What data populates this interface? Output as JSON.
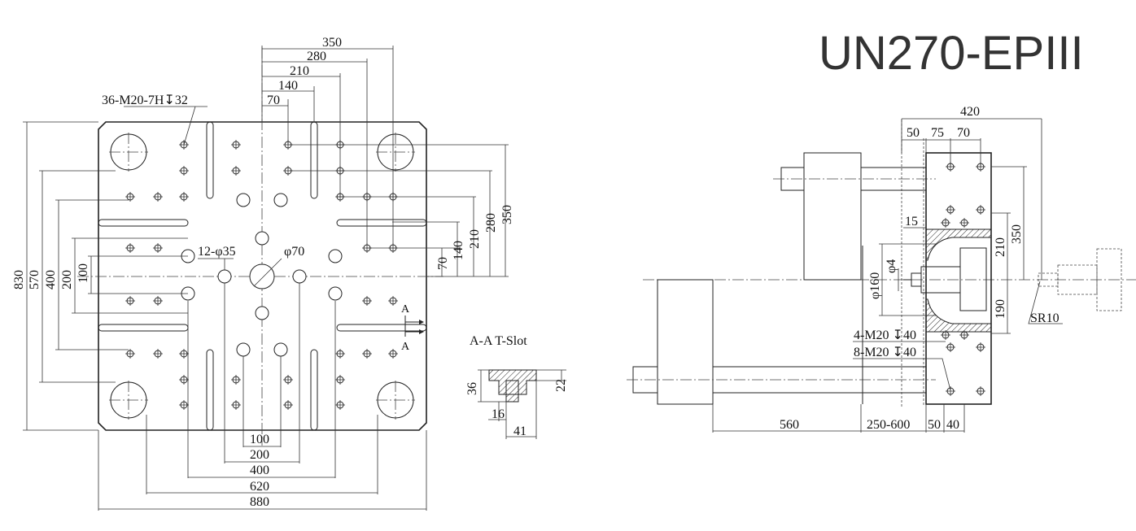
{
  "title": "UN270-EPIII",
  "platen_notes": {
    "tapped_holes": "36-M20-7H↧32",
    "ring_holes": "12-φ35",
    "center_hole": "φ70"
  },
  "platen_horizontal_top": [
    "350",
    "280",
    "210",
    "140",
    "70"
  ],
  "platen_horizontal_bottom": [
    "100",
    "200",
    "400",
    "620",
    "880"
  ],
  "platen_vertical_left": [
    "830",
    "570",
    "400",
    "200",
    "100"
  ],
  "platen_vertical_right": [
    "350",
    "280",
    "210",
    "140",
    "70"
  ],
  "section": {
    "marker": "A",
    "title": "A-A T-Slot",
    "dims": [
      "36",
      "22",
      "16",
      "41"
    ]
  },
  "side_view": {
    "top": [
      "420",
      "50",
      "75",
      "70"
    ],
    "left_notes": [
      "15",
      "φ160",
      "φ4"
    ],
    "right": [
      "350",
      "210",
      "190"
    ],
    "radius": "SR10",
    "holes": [
      "4-M20 ↧40",
      "8-M20 ↧40"
    ],
    "bottom": [
      "560",
      "250-600",
      "50",
      "40"
    ]
  }
}
